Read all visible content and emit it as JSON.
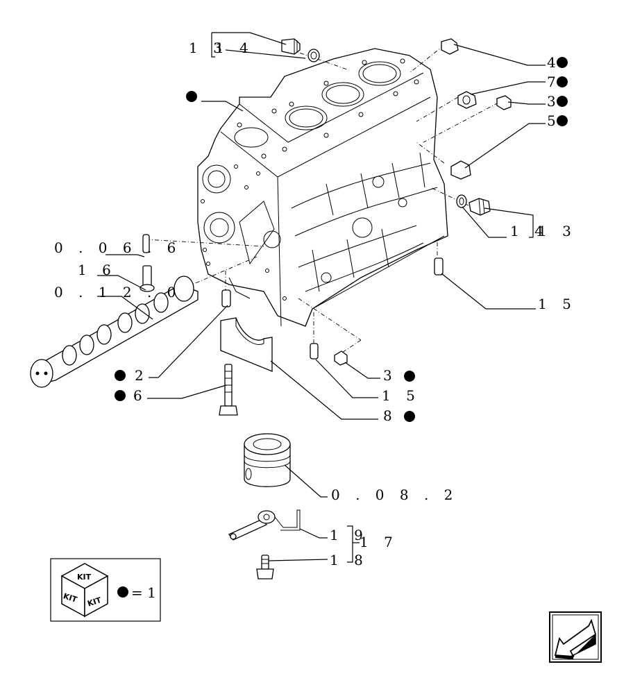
{
  "callouts": {
    "c13": "1 3",
    "c14a": "1 4",
    "c4": "4",
    "c7": "7",
    "c3a": "3",
    "c5": "5",
    "c14b": "1 4",
    "c13b": "1 3",
    "c0066": "0 . 0 6 . 6",
    "c16": "1 6",
    "c0120": "0 . 1 2 . 0",
    "c15a": "1 5",
    "c2": "2",
    "c6": "6",
    "c3b": "3",
    "c15b": "1 5",
    "c8": "8",
    "c0082": "0 . 0 8 . 2",
    "c19": "1 9",
    "c17": "1 7",
    "c18": "1 8"
  },
  "legend": {
    "kit_word": "KIT",
    "equals": "= 1"
  },
  "icons": {
    "kit": "kit-cube-icon",
    "nav": "next-page-arrow-icon"
  }
}
